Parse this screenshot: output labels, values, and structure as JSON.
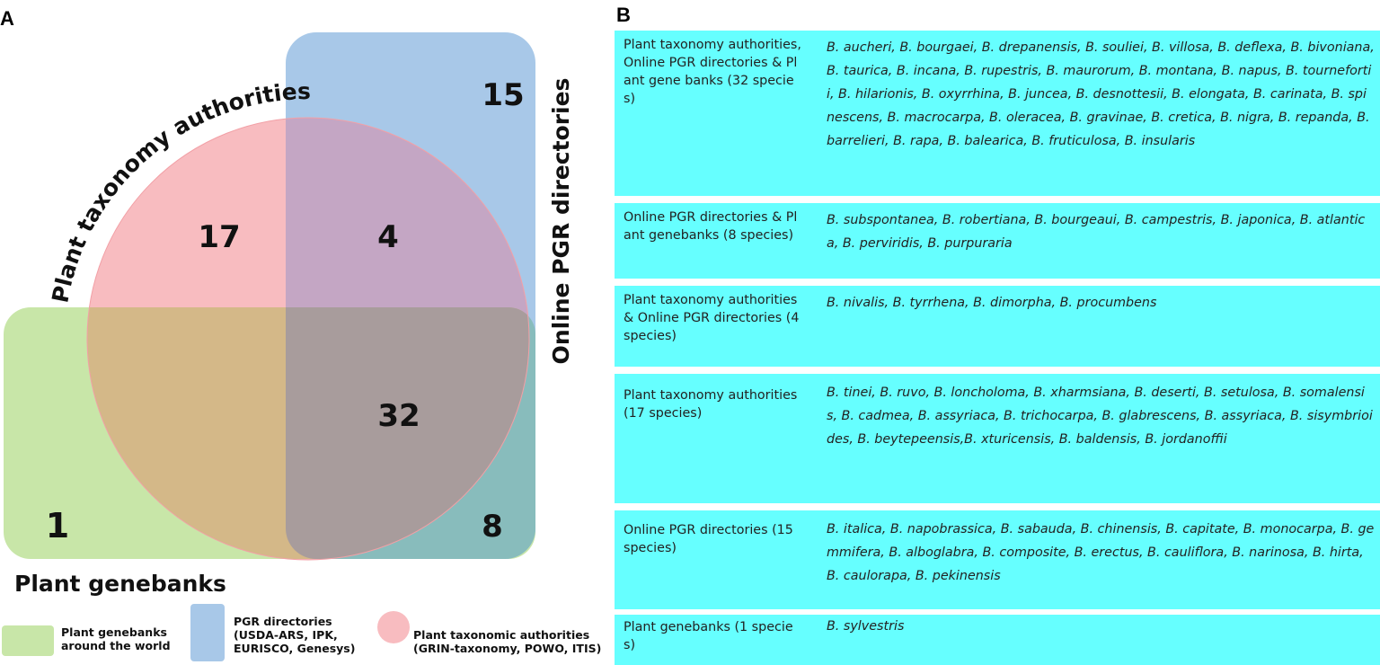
{
  "panels": {
    "a": "A",
    "b": "B"
  },
  "venn": {
    "labels": {
      "taxonomy": "Plant taxonomy authorities",
      "pgr": "Online PGR directories",
      "genebanks": "Plant genebanks"
    },
    "counts": {
      "genebanks_only": "1",
      "pgr_only": "15",
      "taxonomy_only": "17",
      "taxonomy_pgr": "4",
      "all_three": "32",
      "pgr_genebanks": "8"
    },
    "colors": {
      "genebanks": "#c8e6a8",
      "pgr": "#a8c8e8",
      "taxonomy": "#f8bcc0",
      "taxonomy_pgr": "#c4a6c4",
      "taxonomy_genebanks": "#d4b888",
      "all_three": "#a89c9c",
      "pgr_genebanks": "#88bcbc"
    }
  },
  "legend": [
    {
      "line1": "Plant genebanks",
      "line2": "around the world",
      "line3": "",
      "color": "#c8e6a8"
    },
    {
      "line1": "PGR directories",
      "line2": "(USDA-ARS, IPK,",
      "line3": "EURISCO, Genesys)",
      "color": "#a8c8e8"
    },
    {
      "line1": "Plant taxonomic authorities",
      "line2": "(GRIN-taxonomy, POWO, ITIS)",
      "line3": "",
      "color": "#f8bcc0"
    }
  ],
  "table": {
    "color": "#66ffff",
    "rows": [
      {
        "label": "Plant taxonomy authorities, Online PGR directories & Plant gene banks (32 species)",
        "species": "B. aucheri, B. bourgaei, B. drepanensis, B. souliei, B. villosa, B. deflexa, B. bivoniana, B. taurica, B. incana, B. rupestris, B. maurorum, B. montana, B. napus,  B. tournefortii, B. hilarionis, B. oxyrrhina, B. juncea, B. desnottesii, B. elongata, B. carinata, B. spinescens, B. macrocarpa, B. oleracea, B. gravinae, B. cretica, B. nigra, B. repanda, B. barrelieri, B. rapa, B. balearica, B. fruticulosa, B. insularis"
      },
      {
        "label": "Online PGR directories & Plant genebanks (8 species)",
        "species": "B. subspontanea, B. robertiana, B. bourgeaui, B. campestris, B. japonica, B. atlantica, B. perviridis, B. purpuraria"
      },
      {
        "label": "Plant taxonomy authorities & Online PGR directories (4 species)",
        "species": "B. nivalis, B. tyrrhena, B. dimorpha, B. procumbens"
      },
      {
        "label": "Plant taxonomy authorities (17 species)",
        "species": "B. tinei, B. ruvo, B. loncholoma, B. xharmsiana, B. deserti, B. setulosa, B. somalensis, B. cadmea, B. assyriaca, B. trichocarpa, B. glabrescens, B. assyriaca, B. sisymbrioides, B. beytepeensis,B. xturicensis, B. baldensis, B. jordanoffii"
      },
      {
        "label": "Online PGR directories (15 species)",
        "species": "B. italica, B. napobrassica, B. sabauda, B. chinensis, B. capitate, B. monocarpa, B. gemmifera, B. alboglabra, B. composite, B. erectus, B. cauliflora, B. narinosa, B. hirta, B. caulorapa, B. pekinensis"
      },
      {
        "label": "Plant genebanks (1 species)",
        "species": "B. sylvestris"
      }
    ]
  }
}
